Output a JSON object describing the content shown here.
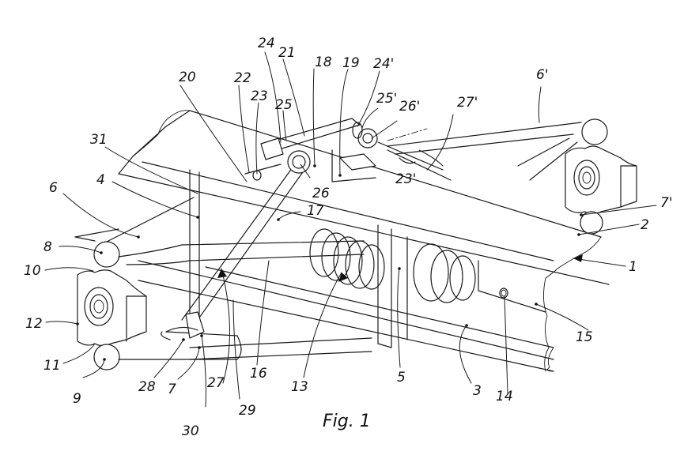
{
  "figure": {
    "caption": "Fig. 1",
    "type": "patent drawing",
    "subject": "vehicle axle / suspension assembly (perspective view)"
  },
  "reference_numerals": [
    {
      "id": "1",
      "text": "1"
    },
    {
      "id": "2",
      "text": "2"
    },
    {
      "id": "3",
      "text": "3"
    },
    {
      "id": "4",
      "text": "4"
    },
    {
      "id": "5",
      "text": "5"
    },
    {
      "id": "6",
      "text": "6"
    },
    {
      "id": "6p",
      "text": "6'"
    },
    {
      "id": "7",
      "text": "7"
    },
    {
      "id": "7p",
      "text": "7'"
    },
    {
      "id": "8",
      "text": "8"
    },
    {
      "id": "9",
      "text": "9"
    },
    {
      "id": "10",
      "text": "10"
    },
    {
      "id": "11",
      "text": "11"
    },
    {
      "id": "12",
      "text": "12"
    },
    {
      "id": "13",
      "text": "13"
    },
    {
      "id": "14",
      "text": "14"
    },
    {
      "id": "15",
      "text": "15"
    },
    {
      "id": "16",
      "text": "16"
    },
    {
      "id": "17",
      "text": "17"
    },
    {
      "id": "18",
      "text": "18"
    },
    {
      "id": "19",
      "text": "19"
    },
    {
      "id": "20",
      "text": "20"
    },
    {
      "id": "21",
      "text": "21"
    },
    {
      "id": "22",
      "text": "22"
    },
    {
      "id": "23",
      "text": "23"
    },
    {
      "id": "23p",
      "text": "23'"
    },
    {
      "id": "24",
      "text": "24"
    },
    {
      "id": "24p",
      "text": "24'"
    },
    {
      "id": "25",
      "text": "25"
    },
    {
      "id": "25p",
      "text": "25'"
    },
    {
      "id": "26",
      "text": "26"
    },
    {
      "id": "26p",
      "text": "26'"
    },
    {
      "id": "27",
      "text": "27"
    },
    {
      "id": "27p",
      "text": "27'"
    },
    {
      "id": "28",
      "text": "28"
    },
    {
      "id": "29",
      "text": "29"
    },
    {
      "id": "30",
      "text": "30"
    },
    {
      "id": "31",
      "text": "31"
    }
  ]
}
